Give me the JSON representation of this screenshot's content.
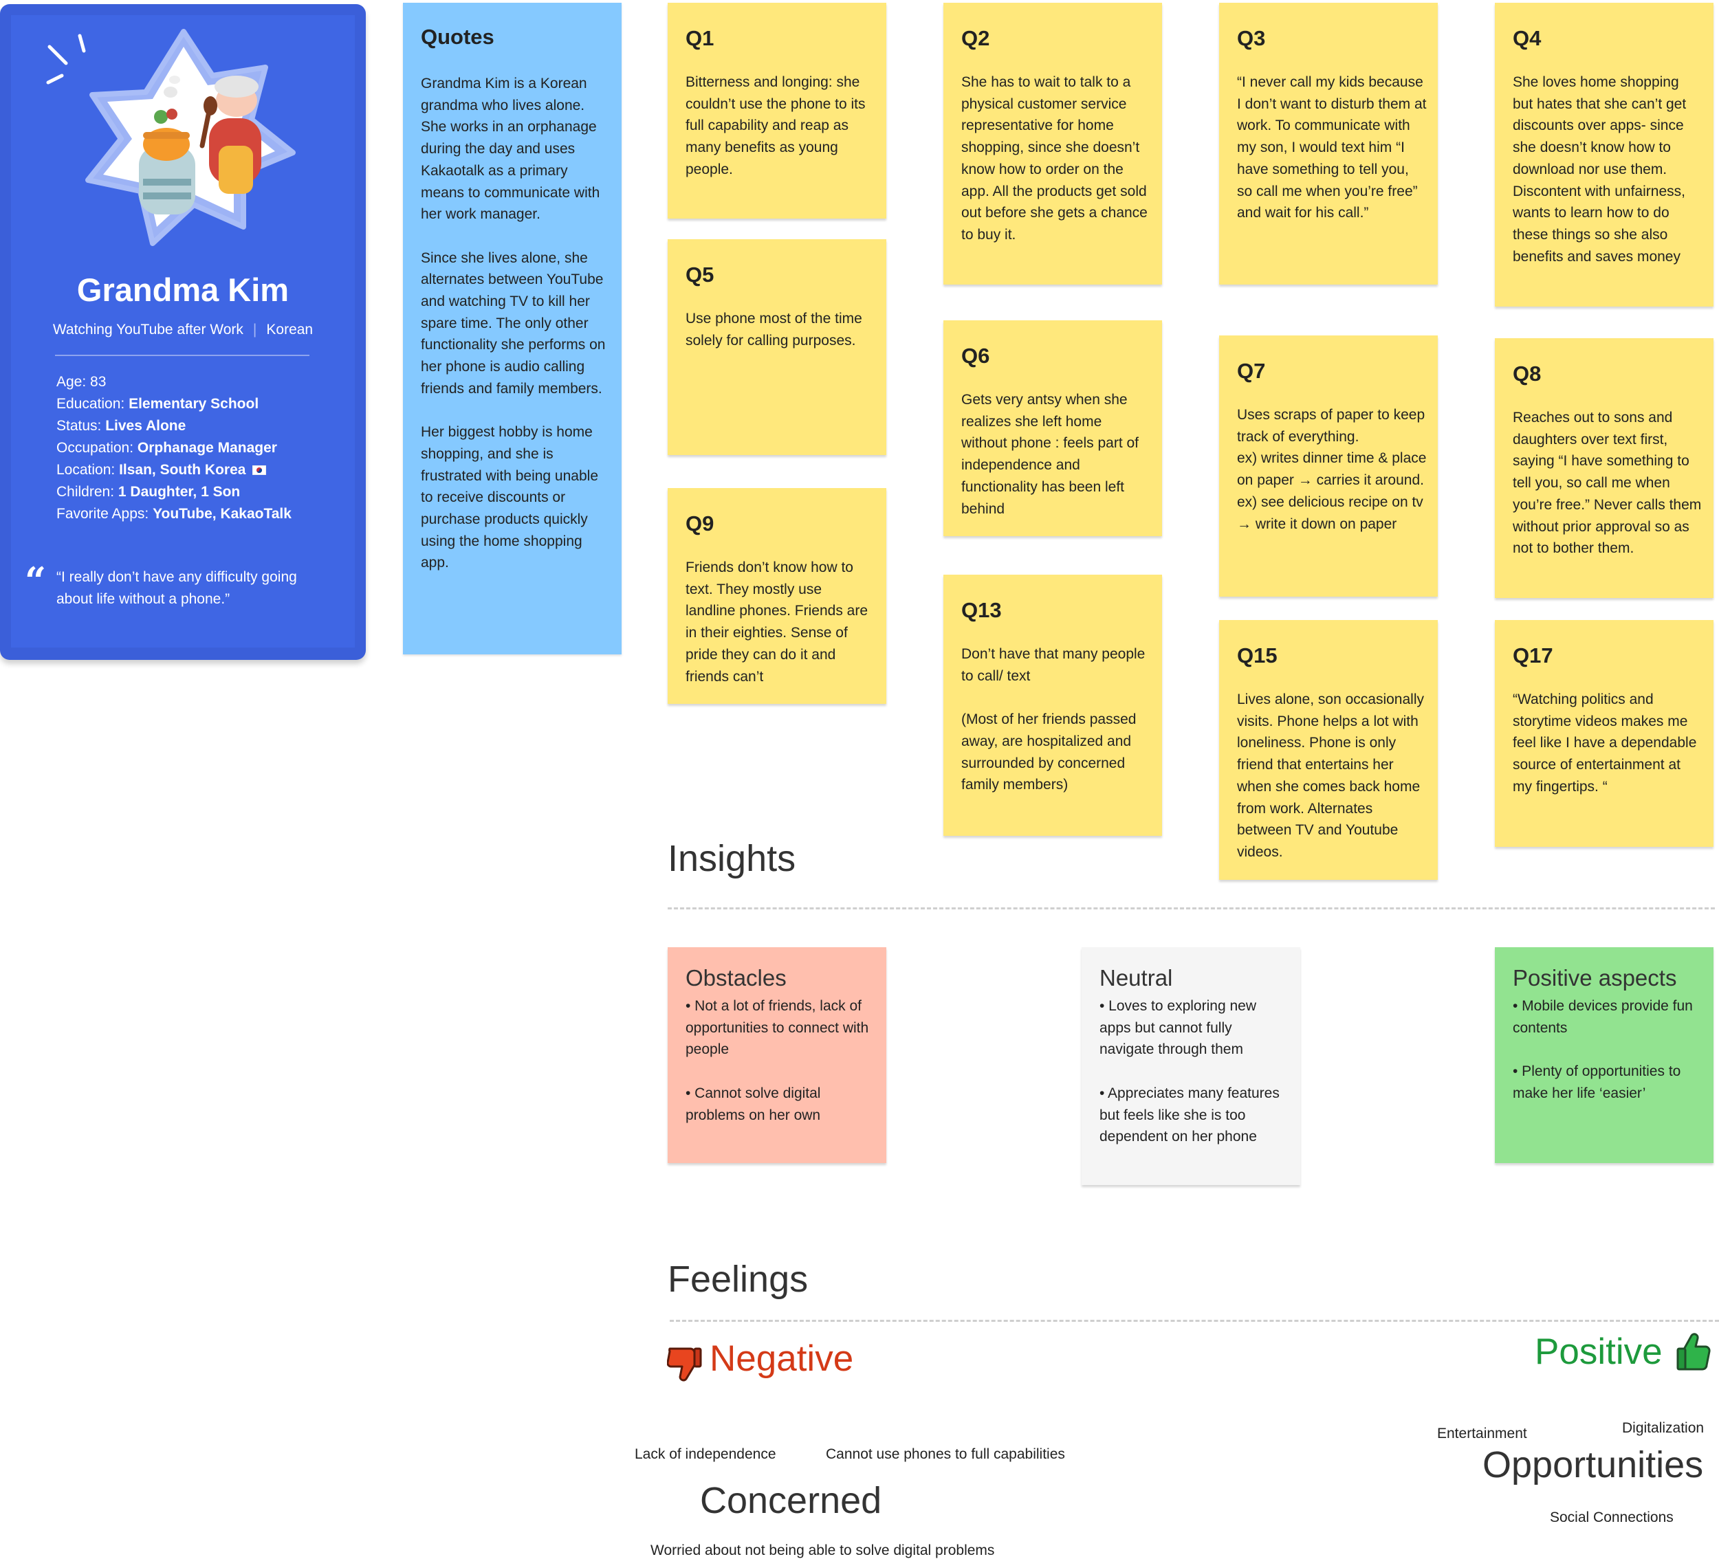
{
  "persona": {
    "name": "Grandma Kim",
    "tag_1": "Watching YouTube after Work",
    "tag_sep": "|",
    "tag_2": "Korean",
    "facts": [
      {
        "label": "Age:",
        "value": "83"
      },
      {
        "label": "Education:",
        "value": "Elementary School"
      },
      {
        "label": "Status:",
        "value": "Lives Alone"
      },
      {
        "label": "Occupation:",
        "value": "Orphanage Manager"
      },
      {
        "label": "Location:",
        "value": "Ilsan, South Korea"
      },
      {
        "label": "Children:",
        "value": "1 Daughter, 1 Son"
      },
      {
        "label": "Favorite Apps:",
        "value": "YouTube, KakaoTalk"
      }
    ],
    "quote_mark": "“",
    "quote": "“I really don’t have any difficulty going about life without a phone.”",
    "colors": {
      "card": "#3B5FD9",
      "inner": "#3F66E4"
    }
  },
  "quotes": {
    "title": "Quotes",
    "paragraphs": [
      "Grandma Kim is a Korean grandma who lives alone. She works in an orphanage during the day and uses Kakaotalk as a primary means to communicate with her work manager.",
      "Since she lives alone, she alternates between YouTube and watching TV to kill her spare time. The only other functionality she performs on her phone is audio calling friends and family members.",
      "Her biggest hobby is home shopping, and she is frustrated with being unable to receive discounts or purchase products quickly using the home shopping app."
    ]
  },
  "stickies": [
    {
      "id": "Q1",
      "text": "Bitterness and longing: she couldn’t use the phone to its full capability and reap as many benefits as young people."
    },
    {
      "id": "Q2",
      "text": "She has to wait to talk to a physical customer service representative for home shopping, since she doesn’t know how to order on the app. All the products get sold out before she gets a chance to buy it."
    },
    {
      "id": "Q3",
      "text": "“I never call my kids because I don’t want to disturb them at work. To communicate with my son, I would text him “I have something to tell you, so call me when you’re free” and wait for his call.”"
    },
    {
      "id": "Q4",
      "text": "She loves home shopping but hates that she can’t get discounts over apps- since she doesn’t know how to download nor use them. Discontent with unfairness, wants to learn how to do these things so she also benefits and saves money"
    },
    {
      "id": "Q5",
      "text": "Use phone most of the time solely for calling purposes."
    },
    {
      "id": "Q6",
      "text": "Gets very antsy when she realizes she left home without phone : feels part of independence and functionality has been left behind"
    },
    {
      "id": "Q7",
      "text": "Uses scraps of paper to keep track of everything.\nex) writes dinner time & place on paper → carries it around.\nex) see delicious recipe on tv → write it down on paper"
    },
    {
      "id": "Q8",
      "text": "Reaches out to sons and daughters over text first, saying “I have something to tell you, so call me when you’re free.” Never calls them without prior approval so as not to bother them."
    },
    {
      "id": "Q9",
      "text": "Friends don’t know how to text. They mostly use landline phones. Friends are in their eighties. Sense of pride they can do it and friends can’t"
    },
    {
      "id": "Q13",
      "text": "Don’t have that many people to call/ text\n\n(Most of her friends passed away, are hospitalized and surrounded by concerned family members)"
    },
    {
      "id": "Q15",
      "text": "Lives alone, son occasionally visits. Phone helps a lot with loneliness. Phone is only friend that entertains her when she comes back home from work. Alternates between TV and Youtube videos."
    },
    {
      "id": "Q17",
      "text": "“Watching politics and storytime videos makes me feel like I have a dependable source of entertainment at my fingertips. “"
    }
  ],
  "insights": {
    "title": "Insights",
    "cards": [
      {
        "title": "Obstacles",
        "text": "• Not a lot of friends, lack of opportunities to connect with people\n\n• Cannot solve digital problems on her own",
        "color": "#FFBFAE"
      },
      {
        "title": "Neutral",
        "text": "• Loves to exploring new apps but cannot fully navigate through them\n\n• Appreciates many features but feels like she is too dependent on her phone",
        "color": "#F5F5F5"
      },
      {
        "title": "Positive aspects",
        "text": "• Mobile devices provide fun contents\n\n• Plenty of opportunities to make her life ‘easier’",
        "color": "#92E390"
      }
    ]
  },
  "feelings": {
    "title": "Feelings",
    "negative": {
      "label": "Negative",
      "color": "#D43A17",
      "big_word": "Concerned",
      "small_words": [
        "Lack of independence",
        "Cannot use phones to full capabilities",
        "Worried about not being able to solve digital problems"
      ]
    },
    "positive": {
      "label": "Positive",
      "color": "#1D9A3C",
      "big_word": "Opportunities",
      "small_words": [
        "Entertainment",
        "Digitalization",
        "Social Connections"
      ]
    }
  },
  "sticky_color": "#FFE87C",
  "quotes_color": "#85C9FF"
}
